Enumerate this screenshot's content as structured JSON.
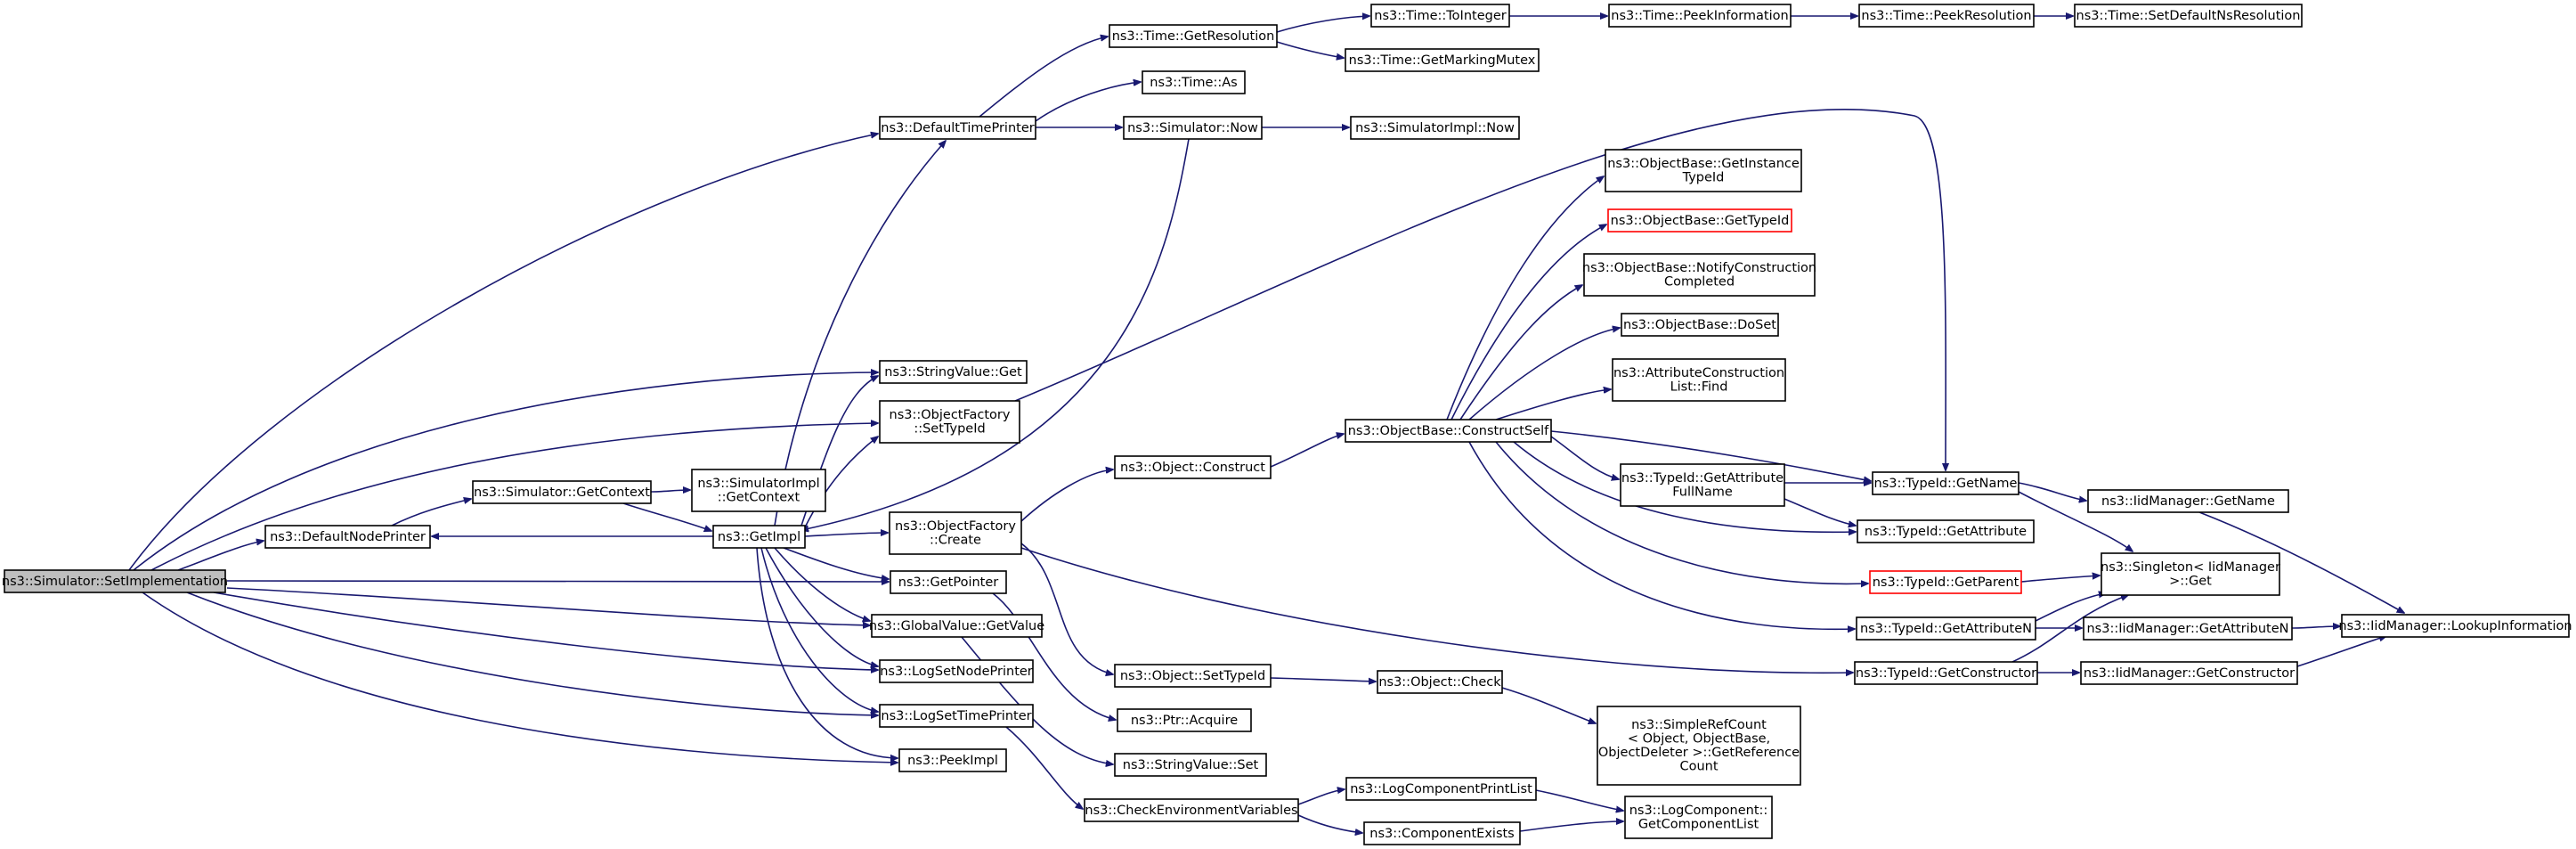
{
  "nodes": [
    {
      "id": "setimpl",
      "lines": [
        "ns3::Simulator::SetImplementation"
      ],
      "style": "root"
    },
    {
      "id": "defaulttimeprinter",
      "lines": [
        "ns3::DefaultTimePrinter"
      ]
    },
    {
      "id": "stringvalue_get",
      "lines": [
        "ns3::StringValue::Get"
      ]
    },
    {
      "id": "objfactory_settypeid",
      "lines": [
        "ns3::ObjectFactory",
        "::SetTypeId"
      ]
    },
    {
      "id": "defaultnodeprinter",
      "lines": [
        "ns3::DefaultNodePrinter"
      ]
    },
    {
      "id": "getpointer",
      "lines": [
        "ns3::GetPointer"
      ]
    },
    {
      "id": "globalvalue_getvalue",
      "lines": [
        "ns3::GlobalValue::GetValue"
      ]
    },
    {
      "id": "logsetnodeprinter",
      "lines": [
        "ns3::LogSetNodePrinter"
      ]
    },
    {
      "id": "logsettimeprinter",
      "lines": [
        "ns3::LogSetTimePrinter"
      ]
    },
    {
      "id": "peekimpl",
      "lines": [
        "ns3::PeekImpl"
      ]
    },
    {
      "id": "time_getresolution",
      "lines": [
        "ns3::Time::GetResolution"
      ]
    },
    {
      "id": "time_as",
      "lines": [
        "ns3::Time::As"
      ]
    },
    {
      "id": "simulator_now",
      "lines": [
        "ns3::Simulator::Now"
      ]
    },
    {
      "id": "time_tointeger",
      "lines": [
        "ns3::Time::ToInteger"
      ]
    },
    {
      "id": "time_getmarkingmutex",
      "lines": [
        "ns3::Time::GetMarkingMutex"
      ]
    },
    {
      "id": "time_peekinformation",
      "lines": [
        "ns3::Time::PeekInformation"
      ]
    },
    {
      "id": "time_peekresolution",
      "lines": [
        "ns3::Time::PeekResolution"
      ]
    },
    {
      "id": "time_setdefaultnsresolution",
      "lines": [
        "ns3::Time::SetDefaultNsResolution"
      ]
    },
    {
      "id": "simulatorimpl_now",
      "lines": [
        "ns3::SimulatorImpl::Now"
      ]
    },
    {
      "id": "typeid_getname",
      "lines": [
        "ns3::TypeId::GetName"
      ]
    },
    {
      "id": "simulator_getcontext",
      "lines": [
        "ns3::Simulator::GetContext"
      ]
    },
    {
      "id": "simulatorimpl_getcontext",
      "lines": [
        "ns3::SimulatorImpl",
        "::GetContext"
      ]
    },
    {
      "id": "getimpl",
      "lines": [
        "ns3::GetImpl"
      ]
    },
    {
      "id": "objfactory_create",
      "lines": [
        "ns3::ObjectFactory",
        "::Create"
      ]
    },
    {
      "id": "object_construct",
      "lines": [
        "ns3::Object::Construct"
      ]
    },
    {
      "id": "objectbase_constructself",
      "lines": [
        "ns3::ObjectBase::ConstructSelf"
      ]
    },
    {
      "id": "objectbase_getinstancetypeid",
      "lines": [
        "ns3::ObjectBase::GetInstance",
        "TypeId"
      ]
    },
    {
      "id": "objectbase_gettypeid",
      "lines": [
        "ns3::ObjectBase::GetTypeId"
      ],
      "style": "red"
    },
    {
      "id": "objectbase_notifyconstructioncompleted",
      "lines": [
        "ns3::ObjectBase::NotifyConstruction",
        "Completed"
      ]
    },
    {
      "id": "objectbase_doset",
      "lines": [
        "ns3::ObjectBase::DoSet"
      ]
    },
    {
      "id": "attributeconstructionlist_find",
      "lines": [
        "ns3::AttributeConstruction",
        "List::Find"
      ]
    },
    {
      "id": "typeid_getattributefullname",
      "lines": [
        "ns3::TypeId::GetAttribute",
        "FullName"
      ]
    },
    {
      "id": "typeid_getattribute",
      "lines": [
        "ns3::TypeId::GetAttribute"
      ]
    },
    {
      "id": "typeid_getparent",
      "lines": [
        "ns3::TypeId::GetParent"
      ],
      "style": "red"
    },
    {
      "id": "typeid_getattributen",
      "lines": [
        "ns3::TypeId::GetAttributeN"
      ]
    },
    {
      "id": "typeid_getconstructor",
      "lines": [
        "ns3::TypeId::GetConstructor"
      ]
    },
    {
      "id": "iidmanager_getname",
      "lines": [
        "ns3::IidManager::GetName"
      ]
    },
    {
      "id": "singleton_get",
      "lines": [
        "ns3::Singleton< IidManager",
        "  >::Get"
      ]
    },
    {
      "id": "iidmanager_getattributen",
      "lines": [
        "ns3::IidManager::GetAttributeN"
      ]
    },
    {
      "id": "iidmanager_getconstructor",
      "lines": [
        "ns3::IidManager::GetConstructor"
      ]
    },
    {
      "id": "iidmanager_lookupinformation",
      "lines": [
        "ns3::IidManager::LookupInformation"
      ]
    },
    {
      "id": "object_settypeid",
      "lines": [
        "ns3::Object::SetTypeId"
      ]
    },
    {
      "id": "object_check",
      "lines": [
        "ns3::Object::Check"
      ]
    },
    {
      "id": "ptr_acquire",
      "lines": [
        "ns3::Ptr::Acquire"
      ]
    },
    {
      "id": "stringvalue_set",
      "lines": [
        "ns3::StringValue::Set"
      ]
    },
    {
      "id": "simplerefcount",
      "lines": [
        "ns3::SimpleRefCount",
        "< Object, ObjectBase,",
        "ObjectDeleter >::GetReference",
        "Count"
      ]
    },
    {
      "id": "checkenvironmentvariables",
      "lines": [
        "ns3::CheckEnvironmentVariables"
      ]
    },
    {
      "id": "logcomponentprintlist",
      "lines": [
        "ns3::LogComponentPrintList"
      ]
    },
    {
      "id": "componentexists",
      "lines": [
        "ns3::ComponentExists"
      ]
    },
    {
      "id": "logcomponent_getcomponentlist",
      "lines": [
        "ns3::LogComponent::",
        "GetComponentList"
      ]
    }
  ]
}
